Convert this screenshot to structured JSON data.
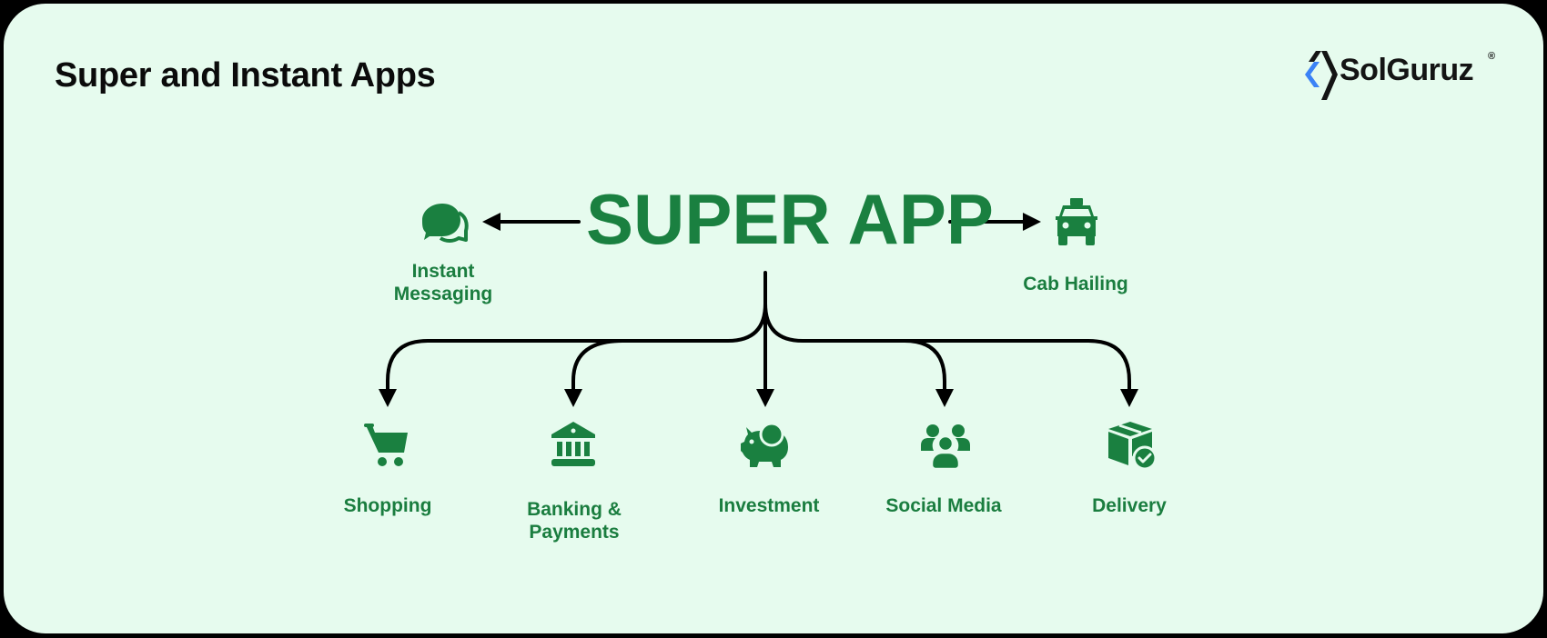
{
  "header": {
    "title": "Super and Instant Apps",
    "logo": {
      "text": "SolGuruz",
      "registered": "®",
      "mark_colors": [
        "#3b82f6",
        "#141414"
      ]
    }
  },
  "diagram": {
    "center": {
      "label": "SUPER APP",
      "color": "#1a8040"
    },
    "side_nodes": [
      {
        "label_lines": [
          "Instant",
          "Messaging"
        ],
        "icon": "chat-bubbles-icon",
        "direction": "left"
      },
      {
        "label_lines": [
          "Cab Hailing"
        ],
        "icon": "taxi-icon",
        "direction": "right"
      }
    ],
    "bottom_nodes": [
      {
        "label_lines": [
          "Shopping"
        ],
        "icon": "shopping-cart-icon"
      },
      {
        "label_lines": [
          "Banking &",
          "Payments"
        ],
        "icon": "bank-icon"
      },
      {
        "label_lines": [
          "Investment"
        ],
        "icon": "piggy-bank-icon"
      },
      {
        "label_lines": [
          "Social Media"
        ],
        "icon": "people-group-icon"
      },
      {
        "label_lines": [
          "Delivery"
        ],
        "icon": "package-check-icon"
      }
    ],
    "colors": {
      "background": "#e6fbee",
      "accent": "#1a8040",
      "arrows": "#000000",
      "title": "#0b0b0b"
    }
  }
}
